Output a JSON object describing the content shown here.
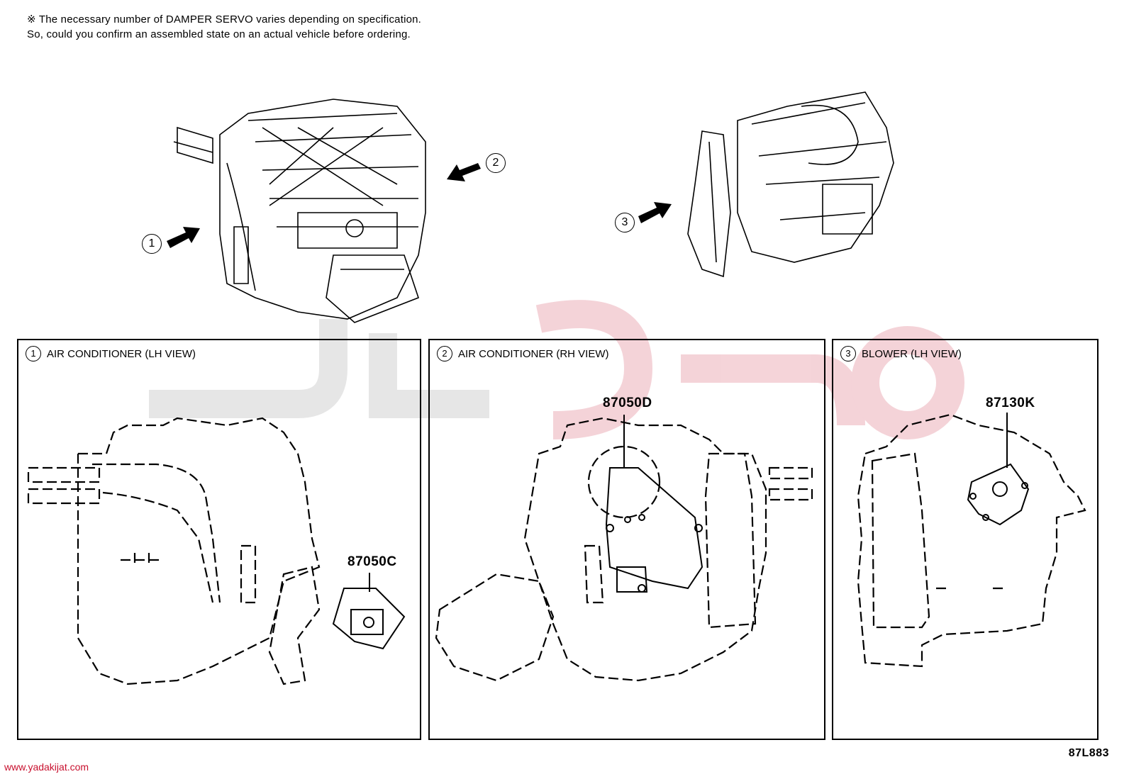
{
  "notes": {
    "line1": "※ The necessary number of DAMPER SERVO varies depending on specification.",
    "line2": "So, could you confirm an assembled state on an actual vehicle before ordering."
  },
  "callouts": [
    {
      "num": "1"
    },
    {
      "num": "2"
    },
    {
      "num": "3"
    }
  ],
  "panels": [
    {
      "num": "1",
      "title": "AIR CONDITIONER (LH VIEW)",
      "part": "87050C"
    },
    {
      "num": "2",
      "title": "AIR CONDITIONER (RH VIEW)",
      "part": "87050D"
    },
    {
      "num": "3",
      "title": "BLOWER (LH VIEW)",
      "part": "87130K"
    }
  ],
  "watermark": {
    "url": "www.yadakijat.com",
    "color": "#c8102e"
  },
  "diagram_code": "87L883"
}
